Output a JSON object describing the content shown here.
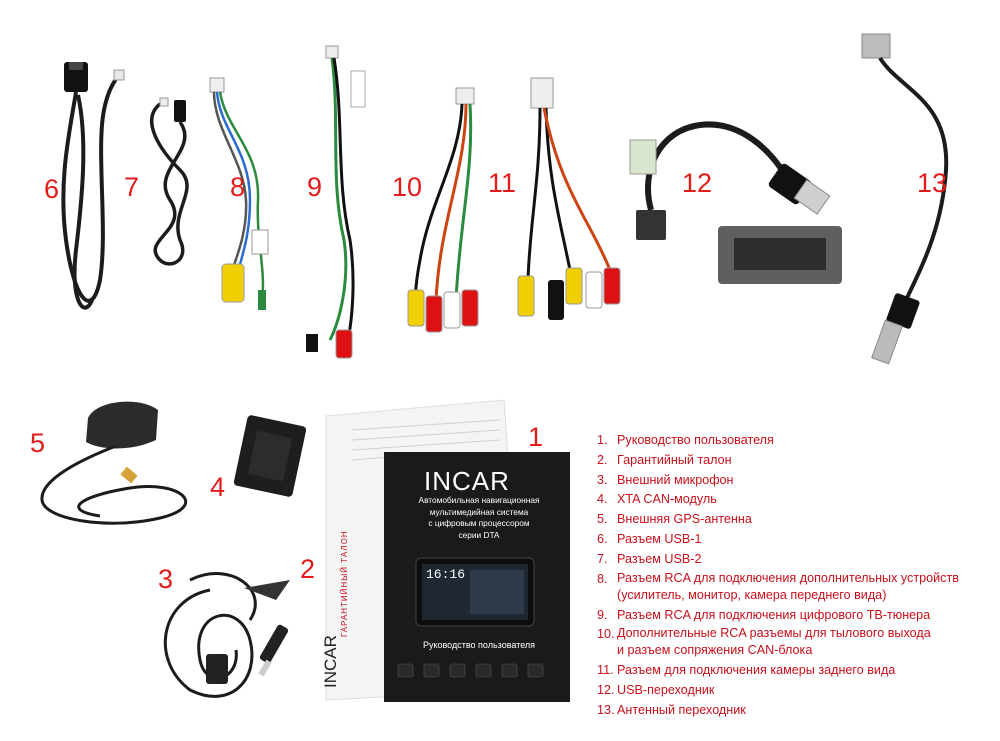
{
  "item_numbers": [
    "1",
    "2",
    "3",
    "4",
    "5",
    "6",
    "7",
    "8",
    "9",
    "10",
    "11",
    "12",
    "13"
  ],
  "legend": [
    {
      "n": "1.",
      "t": "Руководство пользователя"
    },
    {
      "n": "2.",
      "t": "Гарантийный талон"
    },
    {
      "n": "3.",
      "t": "Внешний микрофон"
    },
    {
      "n": "4.",
      "t": "XTA CAN-модуль"
    },
    {
      "n": "5.",
      "t": "Внешняя GPS-антенна"
    },
    {
      "n": "6.",
      "t": "Разъем USB-1"
    },
    {
      "n": "7.",
      "t": "Разъем USB-2"
    },
    {
      "n": "8.",
      "t": "Разъем RCA для подключения дополнительных устройств\n(усилитель, монитор, камера переднего вида)"
    },
    {
      "n": "9.",
      "t": "Разъем RCA для подключения цифрового ТВ-тюнера"
    },
    {
      "n": "10.",
      "t": " Дополнительные RCA разъемы для тылового выхода\n и разъем сопряжения CAN-блока"
    },
    {
      "n": "11.",
      "t": "Разъем для подключения камеры заднего вида"
    },
    {
      "n": "12.",
      "t": "USB-переходник"
    },
    {
      "n": "13.",
      "t": "Антенный переходник"
    }
  ],
  "manual": {
    "brand": "INCAR",
    "description": "Автомобильная навигационная\nмультимедийная система\nс цифровым процессором\nсерии DTA",
    "title": "Руководство пользователя",
    "screen_time": "16:16"
  },
  "warranty": {
    "brand": "INCAR",
    "title": "ГАРАНТИЙНЫЙ ТАЛОН"
  },
  "colors": {
    "label_red": "#e21b1b",
    "legend_red": "#c8101b",
    "manual_cover": "#1a1a1a",
    "cable": "#1c1c1c"
  }
}
